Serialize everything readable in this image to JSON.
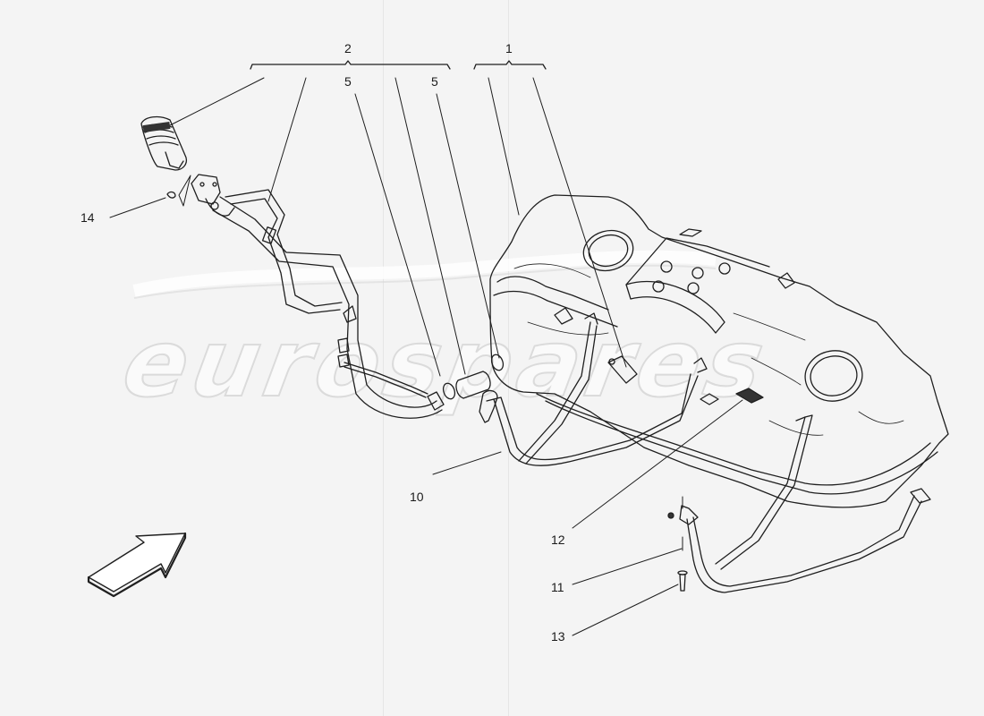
{
  "diagram": {
    "type": "exploded-parts-view",
    "subject": "fuel tank assembly",
    "colors": {
      "background": "#f4f4f4",
      "line": "#1f1f1f",
      "watermark": "#ffffff"
    },
    "watermark": "eurospares",
    "groups": [
      {
        "id": "group-2",
        "label": "2",
        "description": "filler neck and pipes bracket"
      },
      {
        "id": "group-1",
        "label": "1",
        "description": "fuel tank bracket"
      }
    ],
    "callouts": [
      {
        "id": "c2",
        "label": "2"
      },
      {
        "id": "c1",
        "label": "1"
      },
      {
        "id": "c5a",
        "label": "5"
      },
      {
        "id": "c5b",
        "label": "5"
      },
      {
        "id": "c14",
        "label": "14"
      },
      {
        "id": "c10",
        "label": "10"
      },
      {
        "id": "c12",
        "label": "12"
      },
      {
        "id": "c11",
        "label": "11"
      },
      {
        "id": "c13",
        "label": "13"
      }
    ],
    "direction_arrow": "front-direction"
  }
}
